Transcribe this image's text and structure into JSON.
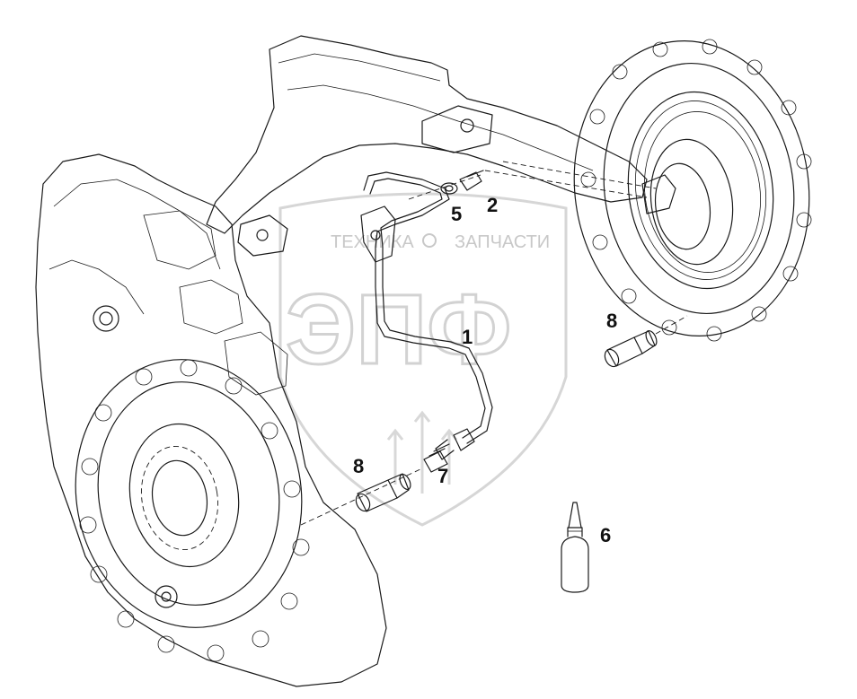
{
  "watermark": {
    "line1": "ТЕХНИКА",
    "line2": "ЗАПЧАСТИ",
    "logo": "ЭПФ",
    "color": "#cfcfcf"
  },
  "callouts": [
    {
      "id": "c1",
      "label": "1"
    },
    {
      "id": "c2",
      "label": "2"
    },
    {
      "id": "c5",
      "label": "5"
    },
    {
      "id": "c6",
      "label": "6"
    },
    {
      "id": "c7",
      "label": "7"
    },
    {
      "id": "c8a",
      "label": "8"
    },
    {
      "id": "c8b",
      "label": "8"
    }
  ],
  "line_color": "#1a1a1a"
}
